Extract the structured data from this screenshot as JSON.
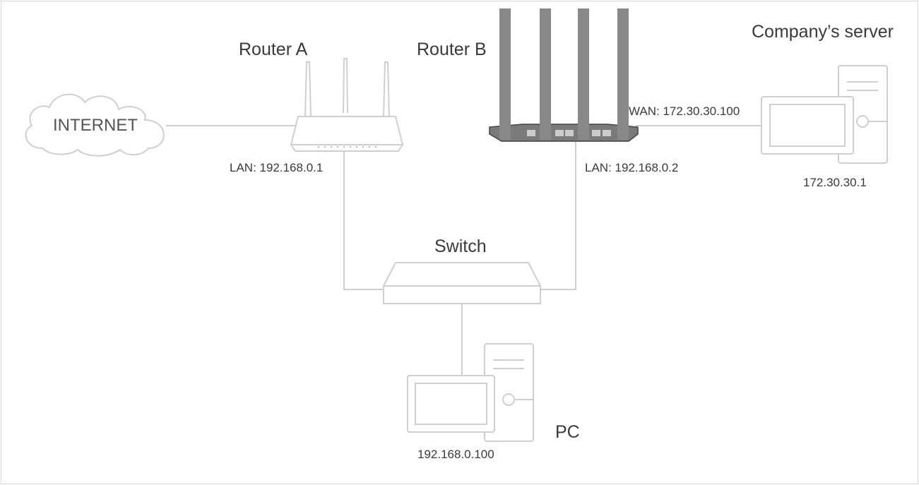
{
  "nodes": {
    "internet": {
      "label": "INTERNET"
    },
    "router_a": {
      "label": "Router A",
      "lan": "LAN: 192.168.0.1"
    },
    "router_b": {
      "label": "Router B",
      "lan": "LAN: 192.168.0.2",
      "wan": "WAN: 172.30.30.100"
    },
    "server": {
      "label": "Company’s server",
      "ip": "172.30.30.1"
    },
    "switch": {
      "label": "Switch"
    },
    "pc": {
      "label": "PC",
      "ip": "192.168.0.100"
    }
  },
  "colors": {
    "line": "#cfcfcf",
    "router_b_body": "#7a7a7a",
    "text": "#3a3a3a"
  }
}
